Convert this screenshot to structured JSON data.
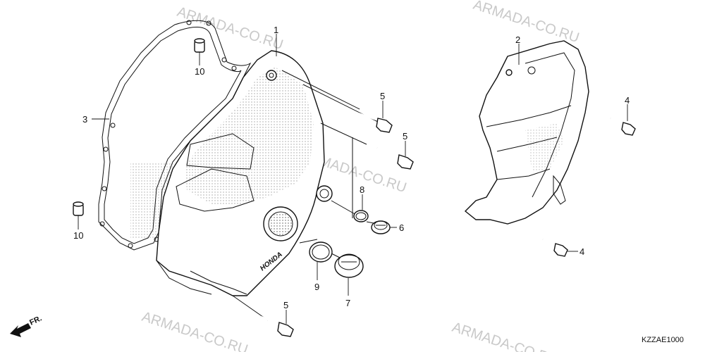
{
  "diagram": {
    "watermark_text": "ARMADA-CO.RU",
    "drawing_code": "KZZAE1000",
    "direction_label": "FR.",
    "brand_mark": "HONDA",
    "part_labels": {
      "p1": "1",
      "p2": "2",
      "p3": "3",
      "p4a": "4",
      "p4b": "4",
      "p5a": "5",
      "p5b": "5",
      "p5c": "5",
      "p6": "6",
      "p7": "7",
      "p8": "8",
      "p9": "9",
      "p10a": "10",
      "p10b": "10"
    }
  }
}
